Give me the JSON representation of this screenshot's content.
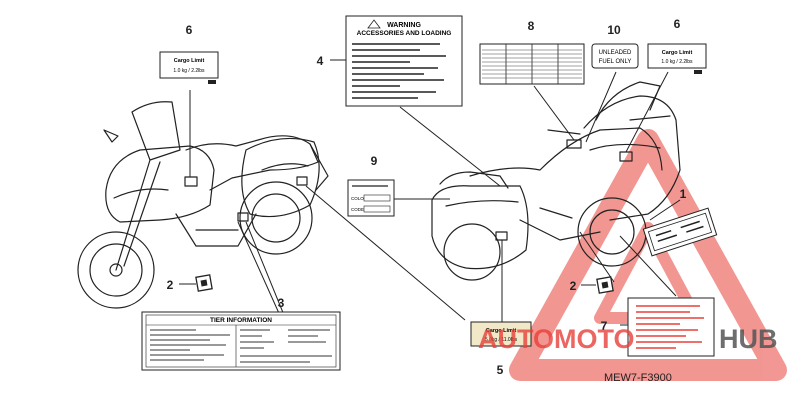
{
  "diagram": {
    "code": "MEW7-F3900",
    "parts": [
      {
        "number": "1"
      },
      {
        "number": "2"
      },
      {
        "number": "2"
      },
      {
        "number": "3"
      },
      {
        "number": "4"
      },
      {
        "number": "5"
      },
      {
        "number": "6"
      },
      {
        "number": "6"
      },
      {
        "number": "7"
      },
      {
        "number": "8"
      },
      {
        "number": "9"
      },
      {
        "number": "10"
      }
    ],
    "labels": {
      "cargo_top_left": {
        "title": "Cargo Limit",
        "value": "1.0 kg / 2.2lbs"
      },
      "cargo_top_right": {
        "title": "Cargo Limit",
        "value": "1.0 kg / 2.2lbs"
      },
      "cargo_bottom": {
        "title": "Cargo Limit",
        "value": "5.0kg / 11.0lbs"
      },
      "warning": {
        "heading": "WARNING",
        "subheading": "ACCESSORIES AND LOADING"
      },
      "fuel": {
        "line1": "UNLEADED",
        "line2": "FUEL  ONLY"
      },
      "tire": {
        "heading": "TIER INFORMATION"
      },
      "color": {
        "row1": "COLOR",
        "row2": "CODE"
      }
    }
  },
  "watermark": {
    "text_accent": "AUTOMOTO",
    "text_dark": "HUB",
    "accent_color": "#e8413a",
    "dark_color": "#555555"
  }
}
